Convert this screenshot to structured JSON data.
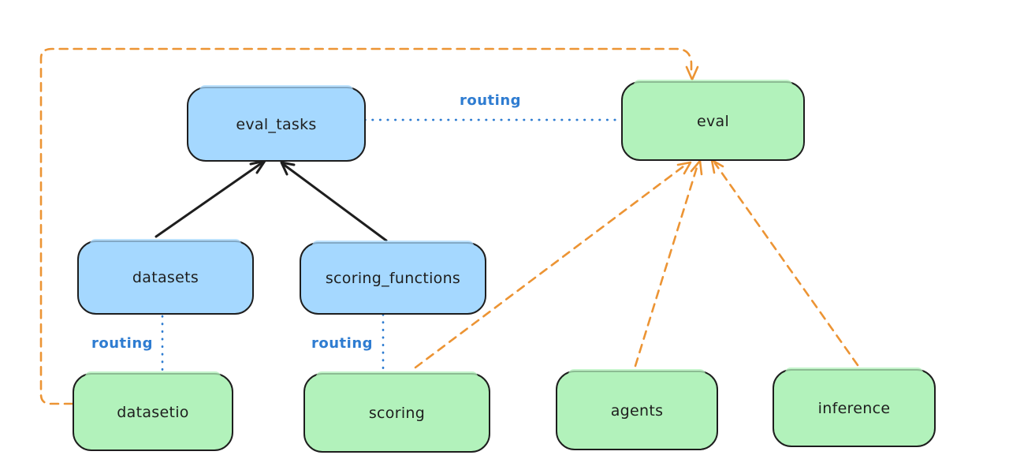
{
  "diagram": {
    "background": "#ffffff",
    "colors": {
      "node_border": "#1e1e1e",
      "node_text": "#1e1e1e",
      "blue_fill": "#a5d8ff",
      "green_fill": "#b2f2bb",
      "routing_blue": "#2e7cd1",
      "arrow_black": "#1e1e1e",
      "arrow_orange": "#ec9434"
    },
    "nodes": {
      "eval_tasks": {
        "label": "eval_tasks",
        "fill": "blue"
      },
      "eval": {
        "label": "eval",
        "fill": "green"
      },
      "datasets": {
        "label": "datasets",
        "fill": "blue"
      },
      "scoring_functions": {
        "label": "scoring_functions",
        "fill": "blue"
      },
      "datasetio": {
        "label": "datasetio",
        "fill": "green"
      },
      "scoring": {
        "label": "scoring",
        "fill": "green"
      },
      "agents": {
        "label": "agents",
        "fill": "green"
      },
      "inference": {
        "label": "inference",
        "fill": "green"
      }
    },
    "edge_labels": {
      "routing_top": "routing",
      "routing_datasets": "routing",
      "routing_scoring": "routing"
    },
    "edges": [
      {
        "from": "datasets",
        "to": "eval_tasks",
        "style": "solid",
        "color": "black"
      },
      {
        "from": "scoring_functions",
        "to": "eval_tasks",
        "style": "solid",
        "color": "black"
      },
      {
        "from": "eval_tasks",
        "to": "eval",
        "style": "dotted",
        "color": "blue",
        "label": "routing"
      },
      {
        "from": "datasets",
        "to": "datasetio",
        "style": "dotted",
        "color": "blue",
        "label": "routing"
      },
      {
        "from": "scoring_functions",
        "to": "scoring",
        "style": "dotted",
        "color": "blue",
        "label": "routing"
      },
      {
        "from": "datasetio",
        "to": "eval",
        "style": "dashed",
        "color": "orange"
      },
      {
        "from": "scoring",
        "to": "eval",
        "style": "dashed",
        "color": "orange"
      },
      {
        "from": "agents",
        "to": "eval",
        "style": "dashed",
        "color": "orange"
      },
      {
        "from": "inference",
        "to": "eval",
        "style": "dashed",
        "color": "orange"
      }
    ]
  }
}
